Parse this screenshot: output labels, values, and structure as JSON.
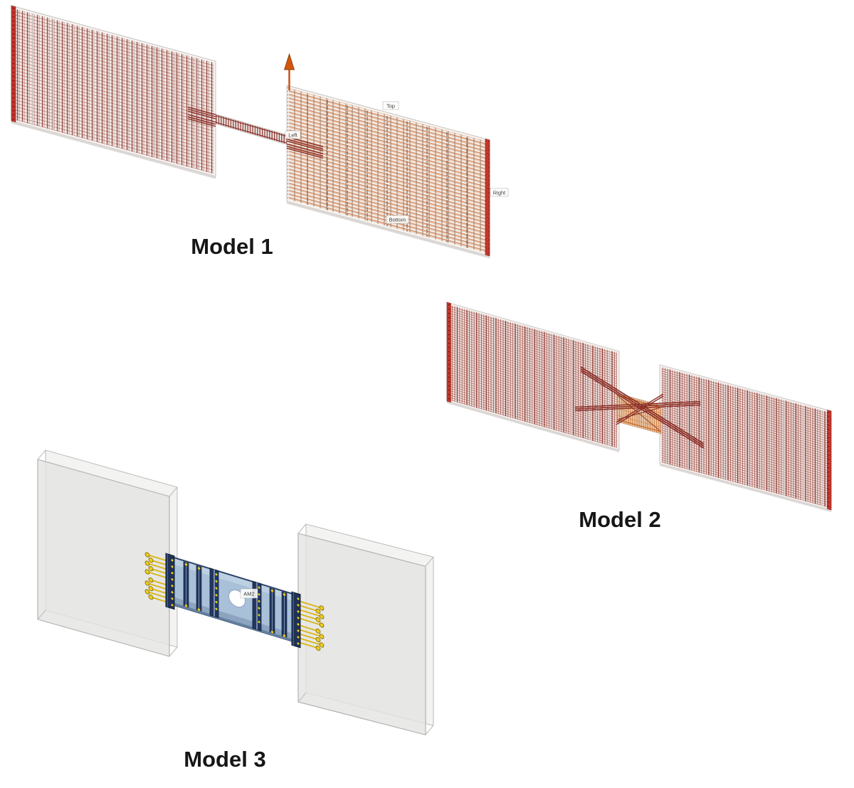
{
  "figure": {
    "background_color": "#ffffff",
    "model1": {
      "label": "Model 1",
      "edge_labels": {
        "top": "Top",
        "left": "Left",
        "right": "Right",
        "bottom": "Bottom"
      }
    },
    "model2": {
      "label": "Model 2"
    },
    "model3": {
      "label": "Model 3",
      "beam_tag": "AM2"
    },
    "icons": {
      "axis_arrow": "z-axis-up-arrow"
    },
    "colors": {
      "rebar_dark_red": "#8b332c",
      "mesh_vertical_red": "#8f423a",
      "mesh_horizontal_rose": "#c69086",
      "mesh_horizontal_orange": "#d07c4b",
      "wall_end_edge_red": "#c5372d",
      "concrete_outline_gray": "#c9c5c3",
      "slab_gray": "#e6e5e4",
      "steel_beam_blue": "#a9c0d9",
      "plate_navy": "#1f3154",
      "bolt_yellow": "#eacd1e",
      "axis_arrow_orange": "#d4560a",
      "title_text": "#161616"
    }
  }
}
